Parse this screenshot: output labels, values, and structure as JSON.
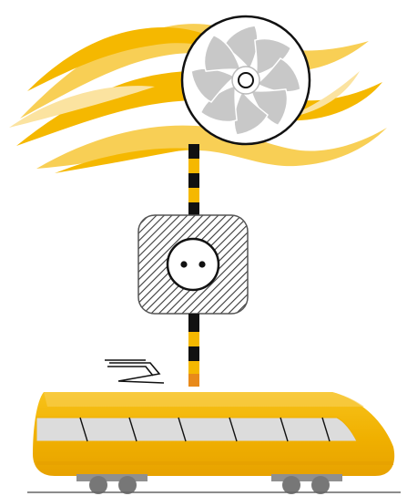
{
  "illustration": {
    "elements": [
      "wind-swoosh",
      "wind-turbine-fan",
      "power-cable",
      "power-socket",
      "pantograph",
      "electric-train"
    ],
    "colors": {
      "yellow": "#F5B800",
      "yellow_light": "#F8CF55",
      "yellow_pale": "#FBE3A0",
      "orange": "#E88A1A",
      "black": "#111111",
      "fan_blade": "#C8C8C8",
      "socket_border": "#555555",
      "window_gray": "#DCDCDC",
      "bogie_gray": "#8F8F8F",
      "wheel_gray": "#777777"
    }
  }
}
